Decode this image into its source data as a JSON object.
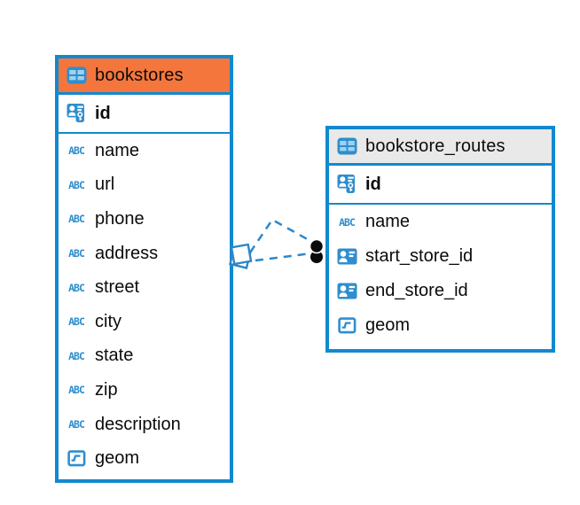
{
  "tables": [
    {
      "name": "bookstores",
      "header_color": "#F4763C",
      "columns": [
        {
          "name": "id",
          "icon": "primary-key",
          "pk": true
        },
        {
          "name": "name",
          "icon": "text"
        },
        {
          "name": "url",
          "icon": "text"
        },
        {
          "name": "phone",
          "icon": "text"
        },
        {
          "name": "address",
          "icon": "text"
        },
        {
          "name": "street",
          "icon": "text"
        },
        {
          "name": "city",
          "icon": "text"
        },
        {
          "name": "state",
          "icon": "text"
        },
        {
          "name": "zip",
          "icon": "text"
        },
        {
          "name": "description",
          "icon": "text"
        },
        {
          "name": "geom",
          "icon": "geometry"
        }
      ]
    },
    {
      "name": "bookstore_routes",
      "header_color": "#E9E9E9",
      "columns": [
        {
          "name": "id",
          "icon": "primary-key",
          "pk": true
        },
        {
          "name": "name",
          "icon": "text"
        },
        {
          "name": "start_store_id",
          "icon": "foreign-key"
        },
        {
          "name": "end_store_id",
          "icon": "foreign-key"
        },
        {
          "name": "geom",
          "icon": "geometry"
        }
      ]
    }
  ],
  "relationships": [
    {
      "from": "bookstores",
      "to": "bookstore_routes.start_store_id",
      "line_style": "dashed"
    },
    {
      "from": "bookstores",
      "to": "bookstore_routes.end_store_id",
      "line_style": "dashed"
    }
  ],
  "colors": {
    "table_border": "#1289CF",
    "icon_blue": "#2E8ECE",
    "connector_line": "#2D87C8",
    "bookstores_header": "#F4763C",
    "routes_header": "#E9E9E9"
  }
}
